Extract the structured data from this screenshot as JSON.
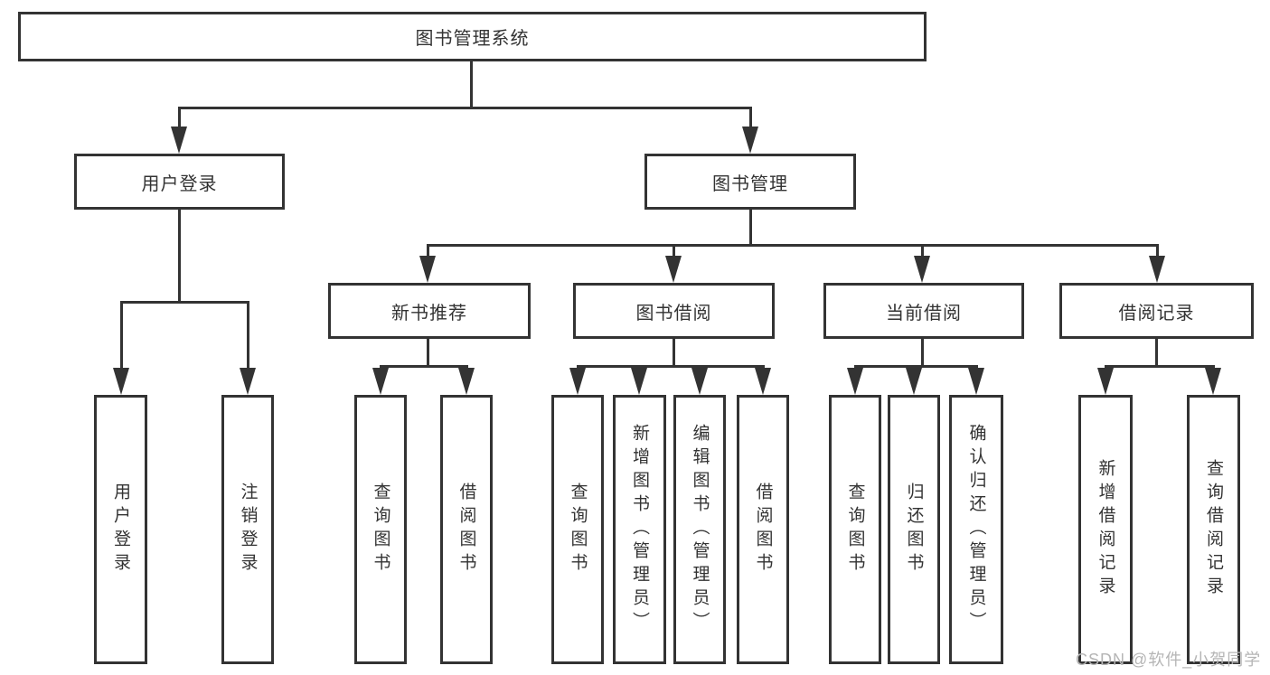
{
  "diagram": {
    "root": {
      "label": "图书管理系统"
    },
    "branches": [
      {
        "label": "用户登录",
        "children": [
          {
            "label": "用户登录"
          },
          {
            "label": "注销登录"
          }
        ]
      },
      {
        "label": "图书管理",
        "children": [
          {
            "label": "新书推荐",
            "children": [
              {
                "label": "查询图书"
              },
              {
                "label": "借阅图书"
              }
            ]
          },
          {
            "label": "图书借阅",
            "children": [
              {
                "label": "查询图书"
              },
              {
                "label": "新增图书（管理员）"
              },
              {
                "label": "编辑图书（管理员）"
              },
              {
                "label": "借阅图书"
              }
            ]
          },
          {
            "label": "当前借阅",
            "children": [
              {
                "label": "查询图书"
              },
              {
                "label": "归还图书"
              },
              {
                "label": "确认归还（管理员）"
              }
            ]
          },
          {
            "label": "借阅记录",
            "children": [
              {
                "label": "新增借阅记录"
              },
              {
                "label": "查询借阅记录"
              }
            ]
          }
        ]
      }
    ]
  },
  "watermark": {
    "text": "CSDN @软件_小贺同学"
  },
  "colors": {
    "line": "#333333",
    "box_border": "#333333",
    "box_fill": "#ffffff",
    "text": "#333333",
    "watermark": "#b5b5b5",
    "background": "#ffffff"
  }
}
